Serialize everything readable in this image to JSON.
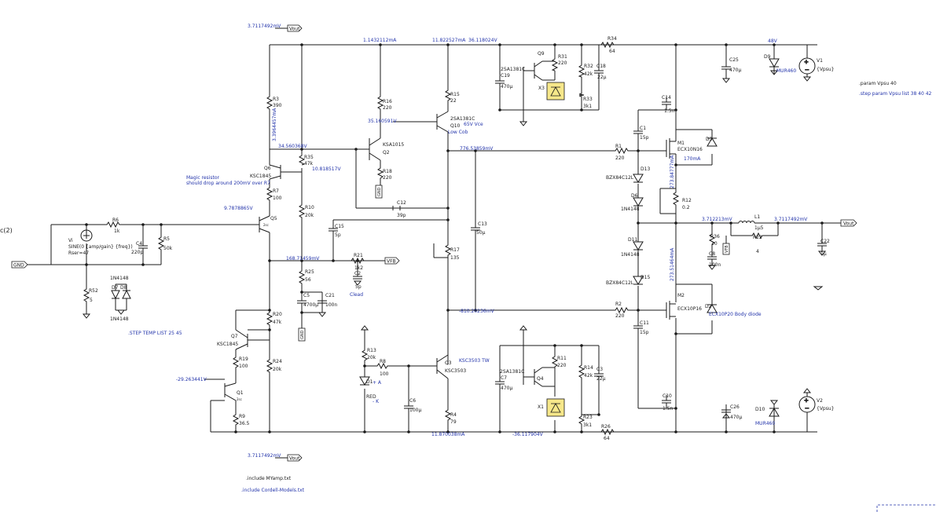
{
  "net_labels": {
    "vout_top": "Vout",
    "vout_bottom": "Vout",
    "vout_right": "Vout",
    "gnd": "GND",
    "vfb": "VFB",
    "vfb_small": "VFB",
    "gnd_flag1": "GND",
    "gnd_flag2": "GND"
  },
  "probes": {
    "p_top_left": "3.7117492mV",
    "p_top_mid1": "1.1432112mA",
    "p_top_mid2": "11.822527mA",
    "p_top_mid3": "36.118024V",
    "p_48v": "48V",
    "p_r3_current": "3.3964457mA",
    "p_35v": "35.160591V",
    "p_34v": "34.560368V",
    "p_10v": "10.818517V",
    "p_9v": "9.7878865V",
    "p_776": "776.53859mV",
    "p_m1_current": "273.84777mA",
    "p_168": "168.71459mV",
    "p_3712": "3.712213mV",
    "p_3711": "3.7117492mV",
    "p_m2_current": "273.51464mA",
    "p_810": "-810.20236mV",
    "p_neg29": "-29.263441V",
    "p_q4_current": "11.870038mA",
    "p_neg36": "-36.117904V",
    "p_bottom_left": "3.7117492mV",
    "p_170ma": "170mA"
  },
  "components": {
    "R3": [
      "R3",
      "390"
    ],
    "R16": [
      "R16",
      "220"
    ],
    "R15": [
      "R15",
      "22"
    ],
    "Q9": [
      "2SA1381C",
      "Q9"
    ],
    "C19": [
      "C19",
      "470µ"
    ],
    "R31": [
      "R31",
      "220"
    ],
    "R32": [
      "R32",
      "42k"
    ],
    "C18": [
      "C18",
      "22µ"
    ],
    "R33": [
      "R33",
      "3k1"
    ],
    "X3": "X3",
    "R34": [
      "R34",
      "64"
    ],
    "C25": [
      "C25",
      "470µ"
    ],
    "D9": [
      "D9",
      "MUR460"
    ],
    "V1": [
      "V1",
      "{Vpsu}"
    ],
    "Q10": [
      "2SA1381C",
      "Q10"
    ],
    "Q10_notes": [
      "65V Vce",
      "Low Cob"
    ],
    "Q2": [
      "KSA1015",
      "Q2"
    ],
    "R35": [
      "R35",
      "47k"
    ],
    "R18": [
      "R18",
      "220"
    ],
    "Q6": [
      "Q6",
      "KSC1845"
    ],
    "magic_note": [
      "Magic resistor",
      "should drop around 200mV over R7"
    ],
    "R7": [
      "R7",
      "100"
    ],
    "R10": [
      "R10",
      "20k"
    ],
    "C12": [
      "C12",
      "39p"
    ],
    "C14": [
      "C14",
      "1.5n"
    ],
    "C1": [
      "C1",
      "15p"
    ],
    "R1": [
      "R1",
      "220"
    ],
    "M1": [
      "M1",
      "ECX10N16"
    ],
    "D3": "D3",
    "D13": [
      "BZX84C12L",
      "D13"
    ],
    "D6": [
      "D6",
      "1N4148"
    ],
    "R12": [
      "R12",
      "0.2"
    ],
    "Q5": [
      "Q5",
      "2sc"
    ],
    "R6": [
      "R6",
      "1k"
    ],
    "Vi": [
      "Vi",
      "SINE(0 {amp/gain} {freq})",
      "Rser=47"
    ],
    "C4": [
      "C4",
      "220p"
    ],
    "R5": [
      "R5",
      "50k"
    ],
    "C15": [
      "C15",
      "5p"
    ],
    "C13": [
      "C13",
      "50µ"
    ],
    "R17": [
      "R17",
      "135"
    ],
    "L1": [
      "L1",
      "1µ5"
    ],
    "R22": [
      "R22",
      "4"
    ],
    "R36": [
      "R36",
      "10"
    ],
    "C8": [
      "C8",
      "100n"
    ],
    "C22": [
      "C22",
      "1µ"
    ],
    "R21": [
      "R21",
      "1k2"
    ],
    "C2": [
      "C2",
      "5p"
    ],
    "C2_note": "Clead",
    "D11": [
      "D11",
      "1N4148"
    ],
    "R25": [
      "R25",
      "56"
    ],
    "C5": [
      "C5",
      "4700µ"
    ],
    "C21": [
      "C21",
      "100n"
    ],
    "D15": [
      "BZX84C12L",
      "D15"
    ],
    "M2": [
      "M2",
      "ECX10P16"
    ],
    "D2": [
      "D2",
      "ECX10P20 Body diode"
    ],
    "R2": [
      "R2",
      "220"
    ],
    "C11": [
      "C11",
      "15p"
    ],
    "R52": [
      "R52",
      "5"
    ],
    "D7D8": [
      "D7",
      "D8"
    ],
    "D7_part": "1N4148",
    "D8_part": "1N4148",
    "step_temp": ".STEP TEMP LIST 25 45",
    "R20": [
      "R20",
      "47k"
    ],
    "Q7": [
      "Q7",
      "KSC1845"
    ],
    "R19": [
      "R19",
      "100"
    ],
    "R24": [
      "R24",
      "20k"
    ],
    "Q1": [
      "Q1",
      "2sc"
    ],
    "R9": [
      "R9",
      "36.5"
    ],
    "R13": [
      "R13",
      "20k"
    ],
    "R8": [
      "R8",
      "100"
    ],
    "D1": [
      "D1",
      "RED",
      "+ A",
      "- K"
    ],
    "C6": [
      "C6",
      "100µ"
    ],
    "Q3": [
      "KSC3503 TW",
      "Q3",
      "KSC3503"
    ],
    "R4": [
      "R4",
      "79"
    ],
    "Q4": [
      "2SA1381C",
      "Q4"
    ],
    "C7": [
      "C7",
      "470µ"
    ],
    "R11": [
      "R11",
      "220"
    ],
    "R14": [
      "R14",
      "42k"
    ],
    "C3": [
      "C3",
      "22µ"
    ],
    "X1": "X1",
    "R23": [
      "R23",
      "3k1"
    ],
    "R26": [
      "R26",
      "64"
    ],
    "C10": [
      "C10",
      "1.5n"
    ],
    "C26": [
      "C26",
      "470µ"
    ],
    "D10": [
      "D10",
      "MUR460"
    ],
    "V2": [
      "V2",
      "{Vpsu}"
    ],
    "left_edge": "c(2)"
  },
  "directives": {
    "param": ".param Vpsu 40",
    "step": ".step param Vpsu list 38 40 42",
    "inc1": ".include MYamp.txt",
    "inc2": ".include Cordell-Models.txt"
  }
}
